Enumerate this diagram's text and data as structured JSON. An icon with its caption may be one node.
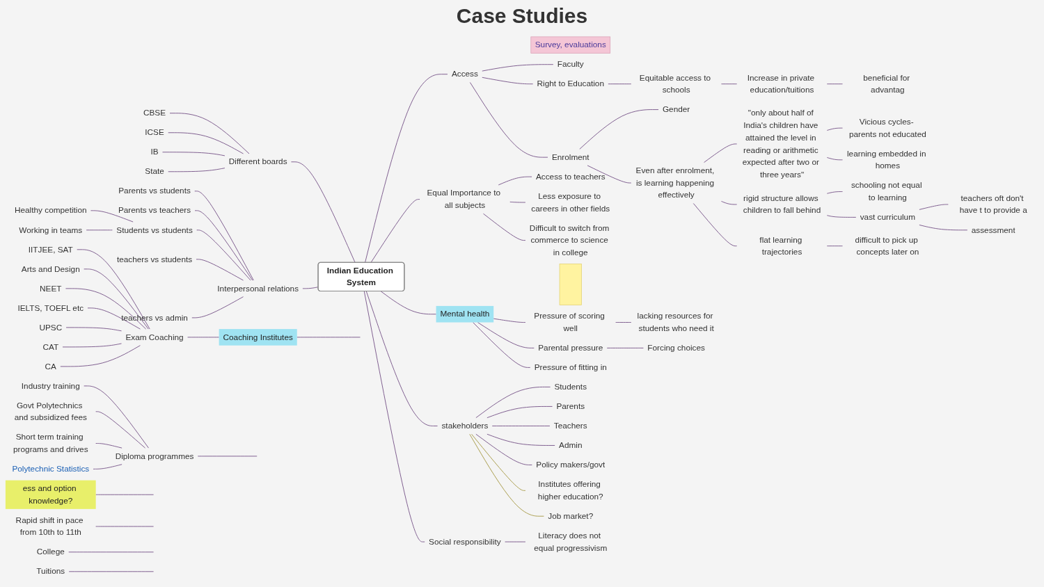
{
  "diagram": {
    "title": "Case Studies",
    "nodes": [
      {
        "text": [
          "Indian Education System"
        ]
      },
      {
        "text": [
          "Access"
        ]
      },
      {
        "text": [
          "Survey, evaluations"
        ]
      },
      {
        "text": [
          "Faculty"
        ]
      },
      {
        "text": [
          "Right to Education"
        ]
      },
      {
        "text": [
          "Equitable access to schools"
        ]
      },
      {
        "text": [
          "Increase in private education/tuitions"
        ]
      },
      {
        "text": [
          "beneficial for advantag"
        ]
      },
      {
        "text": [
          "Enrolment"
        ]
      },
      {
        "text": [
          "Gender"
        ]
      },
      {
        "text": [
          "Even after enrolment, is learning happening effectively"
        ]
      },
      {
        "text": [
          "\"only about half of India's children have attained the level in reading or arithmetic expected after two or three years\""
        ]
      },
      {
        "text": [
          "Vicious cycles- parents not educated"
        ]
      },
      {
        "text": [
          "learning embedded in homes"
        ]
      },
      {
        "text": [
          "rigid structure allows children to fall behind"
        ]
      },
      {
        "text": [
          "schooling not equal to learning"
        ]
      },
      {
        "text": [
          "vast curriculum"
        ]
      },
      {
        "text": [
          "teachers oft don't have t to provide a"
        ]
      },
      {
        "text": [
          "assessment"
        ]
      },
      {
        "text": [
          "flat learning trajectories"
        ]
      },
      {
        "text": [
          "difficult to pick up concepts later on"
        ]
      },
      {
        "text": [
          "Equal Importance to all subjects"
        ]
      },
      {
        "text": [
          "Access to teachers"
        ]
      },
      {
        "text": [
          "Less exposure to careers in other fields"
        ]
      },
      {
        "text": [
          "Difficult to switch from commerce to science in college"
        ]
      },
      {
        "text": [
          "Mental health"
        ]
      },
      {
        "text": [],
        "shape": "box"
      },
      {
        "text": [
          "Pressure of scoring well"
        ]
      },
      {
        "text": [
          "lacking resources for students who need it"
        ]
      },
      {
        "text": [
          "Parental pressure"
        ]
      },
      {
        "text": [
          "Forcing choices"
        ]
      },
      {
        "text": [
          "Pressure of fitting in"
        ]
      },
      {
        "text": [
          "stakeholders"
        ]
      },
      {
        "text": [
          "Students"
        ]
      },
      {
        "text": [
          "Parents"
        ]
      },
      {
        "text": [
          "Teachers"
        ]
      },
      {
        "text": [
          "Admin"
        ]
      },
      {
        "text": [
          "Policy makers/govt"
        ]
      },
      {
        "text": [
          "Institutes offering higher education?"
        ]
      },
      {
        "text": [
          "Job market?"
        ]
      },
      {
        "text": [
          "Social responsibility"
        ]
      },
      {
        "text": [
          "Literacy does not equal progressivism"
        ]
      },
      {
        "text": [
          "ess and option knowledge?"
        ]
      },
      {
        "text": [
          "Rapid shift in pace from 10th to 11th"
        ]
      },
      {
        "text": [
          "Diploma programmes"
        ]
      },
      {
        "text": [
          "Industry training"
        ]
      },
      {
        "text": [
          "Govt Polytechnics and subsidized fees"
        ]
      },
      {
        "text": [
          "Short term training programs and drives"
        ]
      },
      {
        "text": [
          "Polytechnic Statistics"
        ]
      },
      {
        "text": [
          "College"
        ]
      },
      {
        "text": [
          "Different boards"
        ]
      },
      {
        "text": [
          "CBSE"
        ]
      },
      {
        "text": [
          "ICSE"
        ]
      },
      {
        "text": [
          "IB"
        ]
      },
      {
        "text": [
          "State"
        ]
      },
      {
        "text": [
          "Interpersonal relations"
        ]
      },
      {
        "text": [
          "Parents vs students"
        ]
      },
      {
        "text": [
          "Parents vs teachers"
        ]
      },
      {
        "text": [
          "Students vs students"
        ]
      },
      {
        "text": [
          "Healthy competition"
        ]
      },
      {
        "text": [
          "Working in teams"
        ]
      },
      {
        "text": [
          "teachers vs students"
        ]
      },
      {
        "text": [
          "teachers vs admin"
        ]
      },
      {
        "text": [
          "Tuitions"
        ]
      },
      {
        "text": [
          "Coaching Institutes"
        ]
      },
      {
        "text": [
          "Exam Coaching"
        ]
      },
      {
        "text": [
          "IITJEE, SAT"
        ]
      },
      {
        "text": [
          "Arts and Design"
        ]
      },
      {
        "text": [
          "NEET"
        ]
      },
      {
        "text": [
          "IELTS, TOEFL etc"
        ]
      },
      {
        "text": [
          "UPSC"
        ]
      },
      {
        "text": [
          "CAT"
        ]
      },
      {
        "text": [
          "CA"
        ]
      }
    ],
    "edges": [
      {
        "from": 0,
        "to": 1,
        "arrow": "none"
      },
      {
        "from": 1,
        "to": 3,
        "arrow": "none"
      },
      {
        "from": 1,
        "to": 4,
        "arrow": "none"
      },
      {
        "from": 4,
        "to": 5,
        "arrow": "none"
      },
      {
        "from": 5,
        "to": 6,
        "arrow": "none"
      },
      {
        "from": 6,
        "to": 7,
        "arrow": "none"
      },
      {
        "from": 1,
        "to": 8,
        "arrow": "none"
      },
      {
        "from": 8,
        "to": 9,
        "arrow": "none"
      },
      {
        "from": 8,
        "to": 10,
        "arrow": "none"
      },
      {
        "from": 10,
        "to": 11,
        "arrow": "none"
      },
      {
        "from": 11,
        "to": 12,
        "arrow": "none"
      },
      {
        "from": 11,
        "to": 13,
        "arrow": "none"
      },
      {
        "from": 10,
        "to": 14,
        "arrow": "none"
      },
      {
        "from": 14,
        "to": 15,
        "arrow": "none"
      },
      {
        "from": 14,
        "to": 16,
        "arrow": "none"
      },
      {
        "from": 16,
        "to": 17,
        "arrow": "none"
      },
      {
        "from": 16,
        "to": 18,
        "arrow": "none"
      },
      {
        "from": 10,
        "to": 19,
        "arrow": "none"
      },
      {
        "from": 19,
        "to": 20,
        "arrow": "none"
      },
      {
        "from": 0,
        "to": 21,
        "arrow": "none"
      },
      {
        "from": 21,
        "to": 22,
        "arrow": "none"
      },
      {
        "from": 21,
        "to": 23,
        "arrow": "none"
      },
      {
        "from": 21,
        "to": 24,
        "arrow": "none"
      },
      {
        "from": 0,
        "to": 25,
        "arrow": "none"
      },
      {
        "from": 25,
        "to": 27,
        "arrow": "none"
      },
      {
        "from": 27,
        "to": 28,
        "arrow": "none"
      },
      {
        "from": 25,
        "to": 29,
        "arrow": "none"
      },
      {
        "from": 29,
        "to": 30,
        "arrow": "none"
      },
      {
        "from": 25,
        "to": 31,
        "arrow": "none"
      },
      {
        "from": 0,
        "to": 32,
        "arrow": "none"
      },
      {
        "from": 32,
        "to": 33,
        "arrow": "none"
      },
      {
        "from": 32,
        "to": 34,
        "arrow": "none"
      },
      {
        "from": 32,
        "to": 35,
        "arrow": "none"
      },
      {
        "from": 32,
        "to": 36,
        "arrow": "none"
      },
      {
        "from": 32,
        "to": 37,
        "arrow": "none"
      },
      {
        "from": 32,
        "to": 38,
        "arrow": "none",
        "color": "#a89c4a"
      },
      {
        "from": 32,
        "to": 39,
        "arrow": "none",
        "color": "#a89c4a"
      },
      {
        "from": 0,
        "to": 40,
        "arrow": "none"
      },
      {
        "from": 40,
        "to": 41,
        "arrow": "none"
      },
      {
        "from": 42,
        "to": null,
        "arrow": "none"
      },
      {
        "from": 43,
        "to": null,
        "arrow": "none"
      },
      {
        "from": 45,
        "to": 44,
        "arrow": "none"
      },
      {
        "from": 46,
        "to": 44,
        "arrow": "none"
      },
      {
        "from": 47,
        "to": 44,
        "arrow": "none"
      },
      {
        "from": 48,
        "to": 44,
        "arrow": "none"
      },
      {
        "from": 44,
        "to": null,
        "arrow": "none"
      },
      {
        "from": 49,
        "to": null,
        "arrow": "none"
      },
      {
        "from": 51,
        "to": 50,
        "arrow": "none"
      },
      {
        "from": 52,
        "to": 50,
        "arrow": "none"
      },
      {
        "from": 53,
        "to": 50,
        "arrow": "none"
      },
      {
        "from": 54,
        "to": 50,
        "arrow": "none"
      },
      {
        "from": 50,
        "to": 0,
        "arrow": "none"
      },
      {
        "from": 56,
        "to": 55,
        "arrow": "none"
      },
      {
        "from": 57,
        "to": 55,
        "arrow": "none"
      },
      {
        "from": 59,
        "to": 58,
        "arrow": "none"
      },
      {
        "from": 60,
        "to": 58,
        "arrow": "none"
      },
      {
        "from": 58,
        "to": 55,
        "arrow": "none"
      },
      {
        "from": 61,
        "to": 55,
        "arrow": "none"
      },
      {
        "from": 62,
        "to": 55,
        "arrow": "none"
      },
      {
        "from": 55,
        "to": 0,
        "arrow": "none"
      },
      {
        "from": 63,
        "to": null,
        "arrow": "none"
      },
      {
        "from": 66,
        "to": 65,
        "arrow": "none"
      },
      {
        "from": 67,
        "to": 65,
        "arrow": "none"
      },
      {
        "from": 68,
        "to": 65,
        "arrow": "none"
      },
      {
        "from": 69,
        "to": 65,
        "arrow": "none"
      },
      {
        "from": 70,
        "to": 65,
        "arrow": "none"
      },
      {
        "from": 71,
        "to": 65,
        "arrow": "none"
      },
      {
        "from": 72,
        "to": 65,
        "arrow": "none"
      },
      {
        "from": 65,
        "to": 64,
        "arrow": "none"
      },
      {
        "from": 64,
        "to": null,
        "arrow": "none"
      }
    ]
  }
}
